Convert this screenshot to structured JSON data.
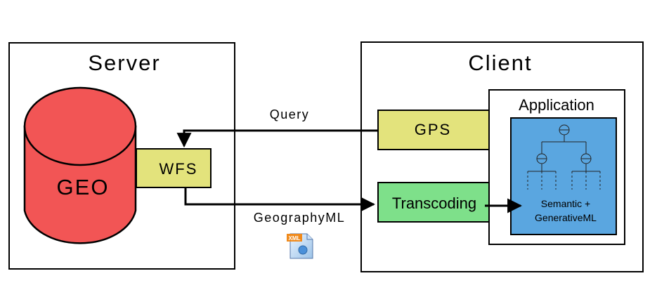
{
  "server": {
    "title": "Server",
    "database_label": "GEO",
    "wfs_label": "WFS"
  },
  "client": {
    "title": "Client",
    "gps_label": "GPS",
    "transcoding_label": "Transcoding",
    "application": {
      "title": "Application",
      "tree_caption_line1": "Semantic +",
      "tree_caption_line2": "GenerativeML"
    }
  },
  "arrows": {
    "query_label": "Query",
    "geography_label": "GeographyML"
  },
  "xml_icon": {
    "label": "XML"
  },
  "colors": {
    "database_red": "#f25555",
    "wfs_yellow": "#e3e37c",
    "gps_yellow": "#e3e37c",
    "transcoding_green": "#7ee08a",
    "tree_blue": "#5aa6e0"
  }
}
